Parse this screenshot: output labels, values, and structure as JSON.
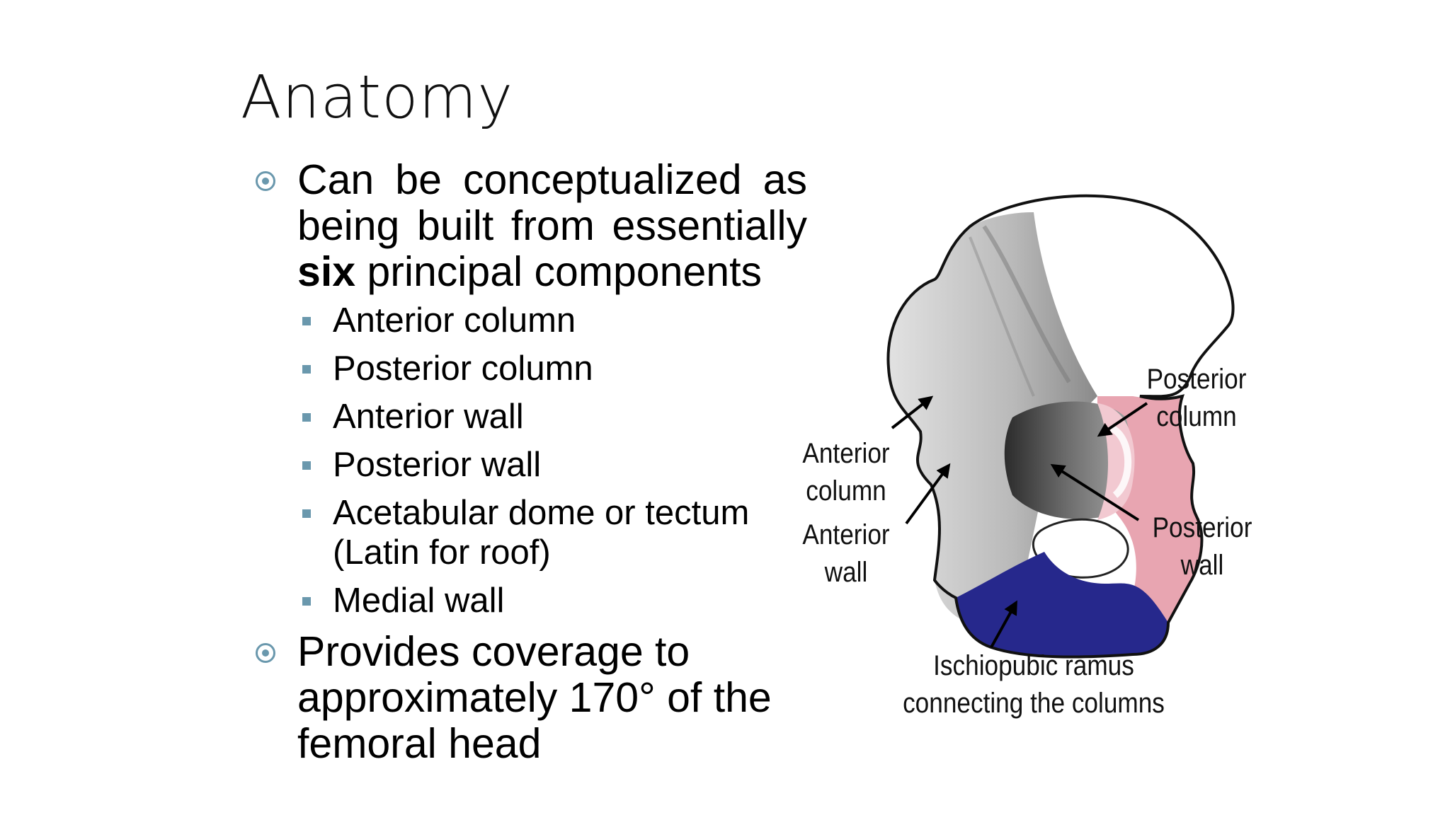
{
  "slide": {
    "title": "Anatomy",
    "bullet1": {
      "line1": "Can be conceptualized as",
      "line2": "being built from essentially",
      "bold": "six",
      "rest": " principal components",
      "sub_items": [
        "Anterior column",
        "Posterior column",
        "Anterior wall",
        "Posterior wall",
        "Acetabular dome or tectum (Latin for roof)",
        "Medial wall"
      ]
    },
    "bullet2": "Provides coverage to approximately 170° of the femoral head"
  },
  "diagram": {
    "labels": {
      "anterior_column": "Anterior column",
      "anterior_wall": "Anterior wall",
      "posterior_column": "Posterior column",
      "posterior_wall": "Posterior wall",
      "ischiopubic_ramus": "Ischiopubic ramus connecting the columns"
    },
    "colors": {
      "anterior": "#c4c4c4",
      "posterior": "#e8a5b1",
      "ramus": "#26288c",
      "accent": "#6a98ad"
    }
  }
}
